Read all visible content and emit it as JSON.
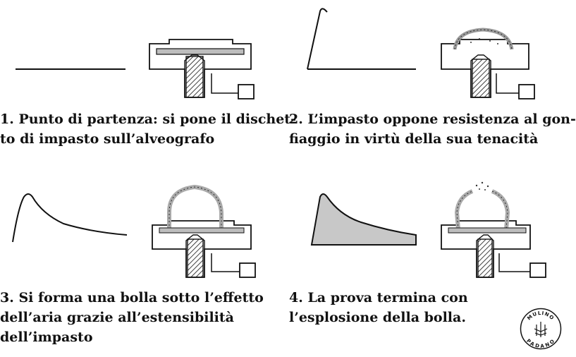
{
  "steps": [
    {
      "lines": [
        "1. Punto di partenza: si pone il dischet-",
        "to di impasto sull’alveografo"
      ]
    },
    {
      "lines": [
        "2. L’impasto oppone resistenza al gon-",
        "fiaggio in virtù della sua tenacità"
      ]
    },
    {
      "lines": [
        "3. Si forma una bolla sotto l’effetto",
        "dell’aria grazie all’estensibilità",
        "dell’impasto"
      ]
    },
    {
      "lines": [
        "4. La prova termina con",
        "l’esplosione della bolla."
      ]
    }
  ],
  "logo": {
    "text_top": "MULINO",
    "text_bottom": "PADANO"
  },
  "colors": {
    "ink": "#111111",
    "fill_grey": "#c8c8c8",
    "dough": "#bdbdbd"
  }
}
